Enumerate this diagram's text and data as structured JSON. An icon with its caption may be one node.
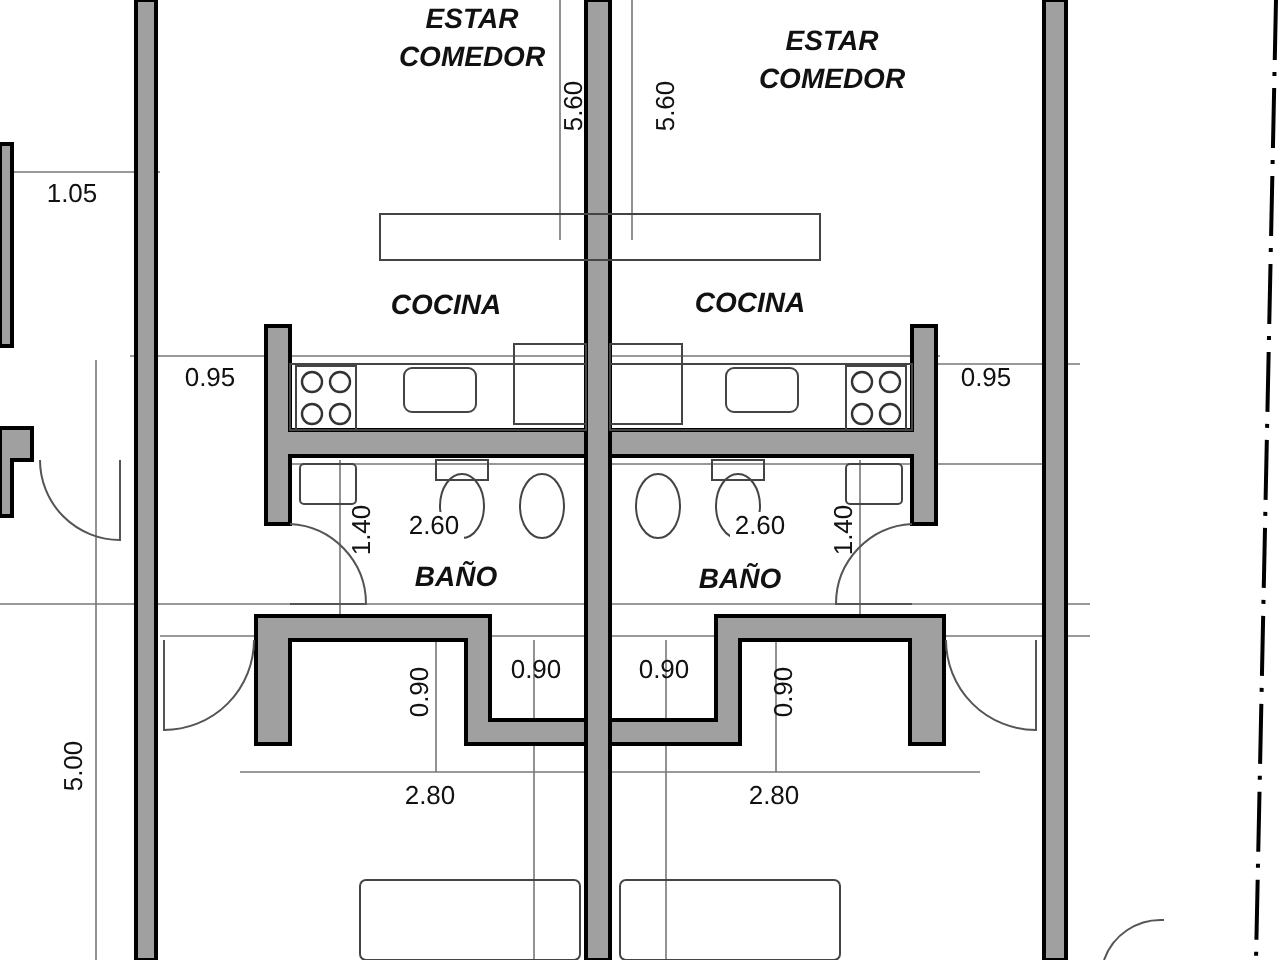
{
  "diagram": {
    "labels": [
      "ESTAR COMEDOR",
      "ESTAR COMEDOR",
      "5.60",
      "5.60",
      "1.05",
      "COCINA",
      "COCINA",
      "0.95",
      "0.95",
      "1.40",
      "2.60",
      "2.60",
      "1.40",
      "BAÑO",
      "BAÑO",
      "0.90",
      "0.90",
      "0.90",
      "0.90",
      "5.00",
      "2.80",
      "2.80"
    ]
  }
}
